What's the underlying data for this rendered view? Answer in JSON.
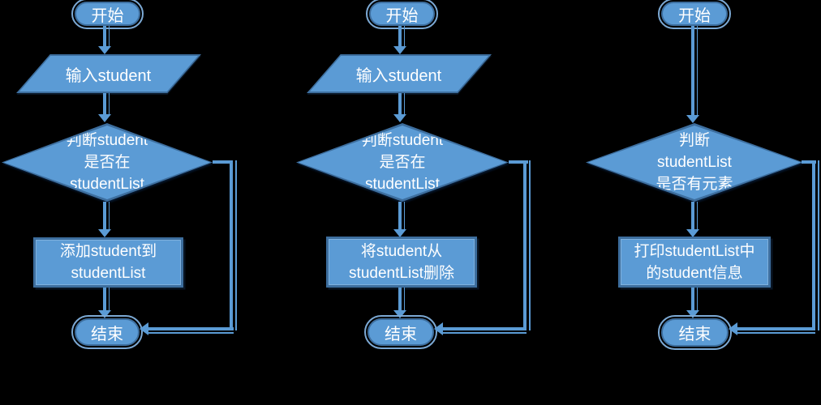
{
  "colors": {
    "background": "#000000",
    "shape_fill": "#5B9BD5",
    "shape_border": "#3D6E9E",
    "connector": "#5B9BD5",
    "outer_ring": "#7CA9D4",
    "text": "#FFFFFF"
  },
  "flowcharts": [
    {
      "name": "add-student-flow",
      "start": "开始",
      "input": "输入student",
      "decision": [
        "判断student",
        "是否在",
        "studentList"
      ],
      "process": [
        "添加student到",
        "studentList"
      ],
      "end": "结束"
    },
    {
      "name": "remove-student-flow",
      "start": "开始",
      "input": "输入student",
      "decision": [
        "判断student",
        "是否在",
        "studentList"
      ],
      "process": [
        "将student从",
        "studentList删除"
      ],
      "end": "结束"
    },
    {
      "name": "print-student-flow",
      "start": "开始",
      "decision": [
        "判断",
        "studentList",
        "是否有元素"
      ],
      "process": [
        "打印studentList中",
        "的student信息"
      ],
      "end": "结束"
    }
  ]
}
